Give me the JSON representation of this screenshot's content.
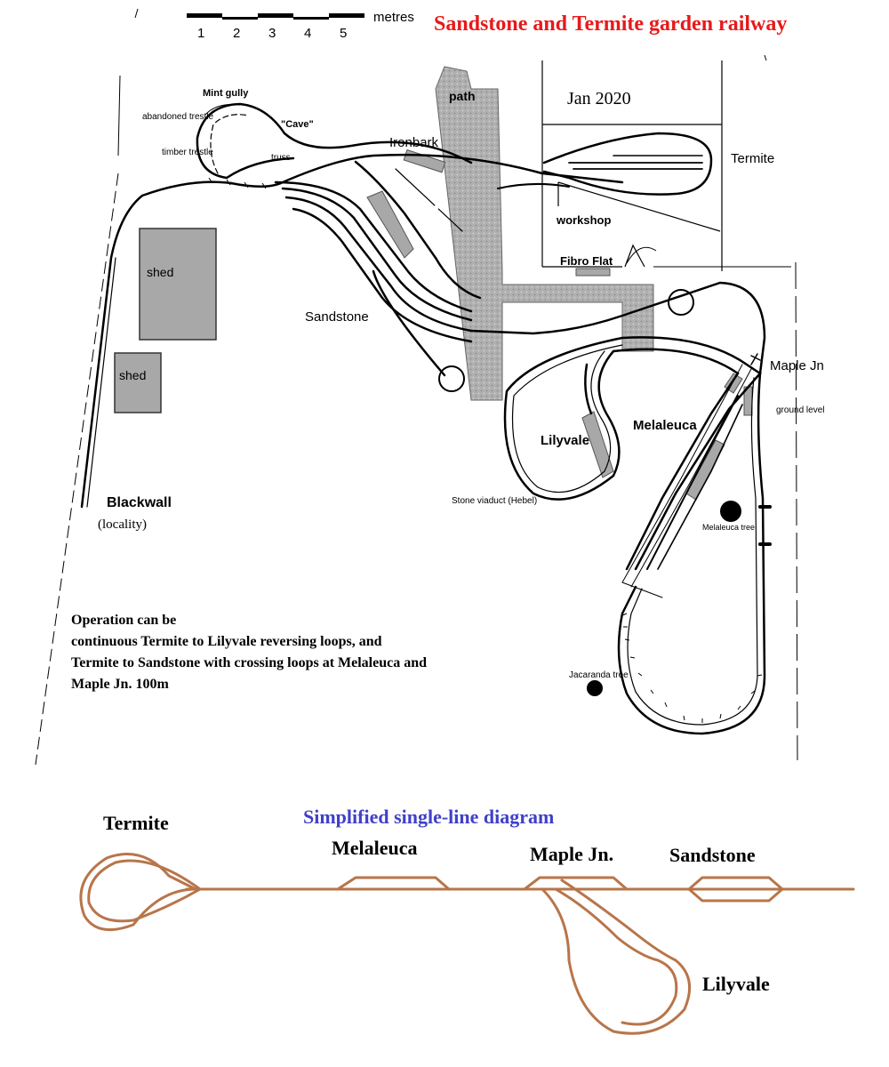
{
  "title": "Sandstone and Termite garden railway",
  "date": "Jan 2020",
  "scale": {
    "unit_label": "metres",
    "ticks": [
      "1",
      "2",
      "3",
      "4",
      "5"
    ]
  },
  "places": {
    "mint_gully": "Mint gully",
    "abandoned_trestle": "abandoned trestle",
    "timber_trestle": "timber trestle",
    "truss": "truss",
    "cave": "\"Cave\"",
    "ironbark": "Ironbark",
    "path": "path",
    "termite": "Termite",
    "workshop": "workshop",
    "fibro_flat": "Fibro Flat",
    "shed1": "shed",
    "shed2": "shed",
    "sandstone": "Sandstone",
    "maple_jn": "Maple Jn",
    "ground_level": "ground level",
    "lilyvale": "Lilyvale",
    "melaleuca": "Melaleuca",
    "stone_viaduct": "Stone viaduct (Hebel)",
    "melaleuca_tree": "Melaleuca tree",
    "jacaranda_tree": "Jacaranda tree",
    "blackwall": "Blackwall",
    "locality": "(locality)"
  },
  "operation_notes": [
    "Operation can be",
    "continuous  Termite to Lilyvale reversing loops, and",
    "Termite to Sandstone with crossing loops at Melaleuca and",
    "Maple Jn.  100m"
  ],
  "schematic": {
    "title": "Simplified single-line diagram",
    "stations": {
      "termite": "Termite",
      "melaleuca": "Melaleuca",
      "maple_jn": "Maple Jn.",
      "sandstone": "Sandstone",
      "lilyvale": "Lilyvale"
    }
  },
  "colors": {
    "title": "#e8191a",
    "schematic_title": "#4040c8",
    "schematic_track": "#b8754a",
    "path_fill": "#b0b0b0",
    "shed_fill": "#a8a8a8"
  }
}
